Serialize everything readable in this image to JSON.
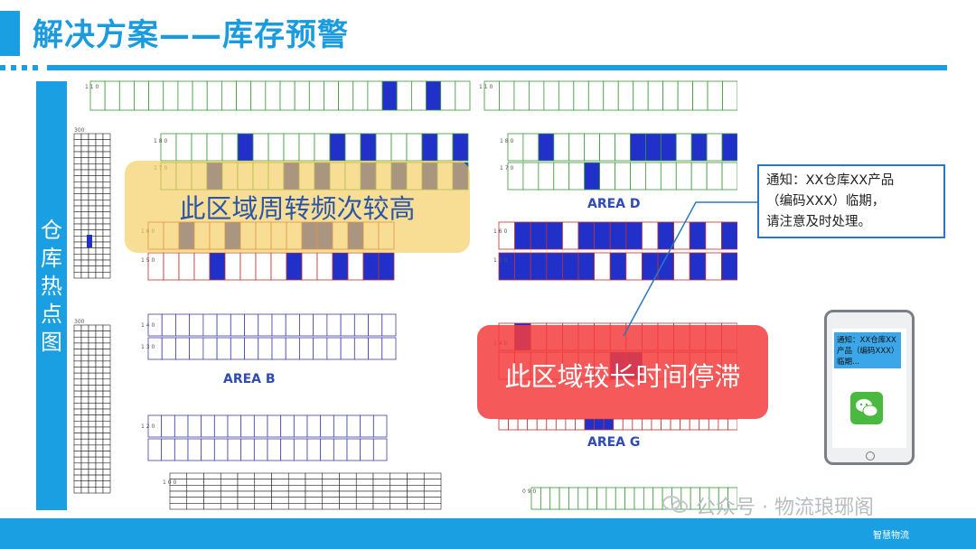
{
  "title": "解决方案——库存预警",
  "sidebar_label": "仓库热点图",
  "areas": {
    "d": "AREA D",
    "b": "AREA B",
    "g": "AREA G"
  },
  "rack_numbers": {
    "r110": "1 1 0",
    "r180": "1 8 0",
    "r170": "1 7 0",
    "r160": "1 6 0",
    "r150": "1 5 0",
    "r140": "1 4 0",
    "r130": "1 3 0",
    "r120": "1 2 0",
    "r100": "1 0 0",
    "r090": "0 9 0",
    "s300a": "300",
    "s300b": "300"
  },
  "hot_zone_text": "此区域周转频次较高",
  "stale_zone_text": "此区域较长时间停滞",
  "notice": {
    "line1": "通知：XX仓库XX产品",
    "line2": "（编码XXX）临期，",
    "line3": "请注意及时处理。"
  },
  "phone_message": "通知：XX仓库XX产品（编码XXX）临期...",
  "watermark": "公众号 · 物流琅琊阁",
  "footer_note": "智慧物流",
  "colors": {
    "accent": "#1aa0e2",
    "hot": "#f5cd5a",
    "stale": "#f53c3c",
    "occupied": "#2030c8"
  }
}
